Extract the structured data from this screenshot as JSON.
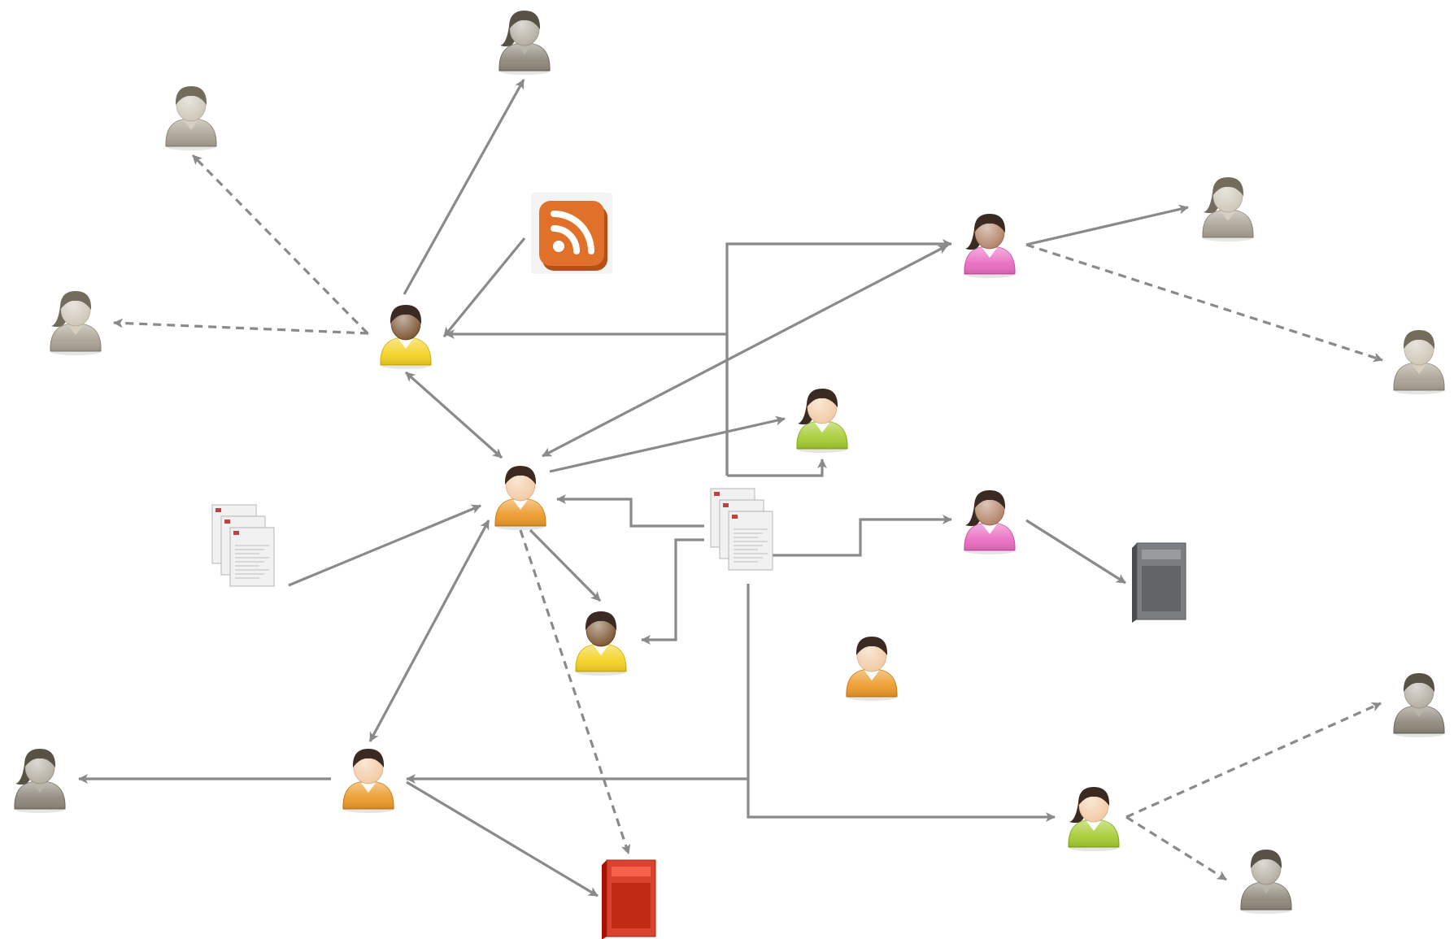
{
  "colors": {
    "arrow": "#8a8a8a",
    "background": "#ffffff",
    "gray_person": "#aaa293",
    "dark_gray_person": "#8f887c",
    "orange_person": "#ec9a2a",
    "yellow_person": "#f4d224",
    "green_person": "#a6cc33",
    "pink_person": "#ea6dc2",
    "rss": "#e0702a",
    "red_book": "#d8442e",
    "gray_book": "#7b7e80",
    "document": "#f1f1f1"
  },
  "nodes": [
    {
      "id": "center",
      "kind": "person",
      "color": "orange",
      "skin": "light",
      "hair": "short"
    },
    {
      "id": "hub",
      "kind": "person",
      "color": "yellow",
      "skin": "dark",
      "hair": "short"
    },
    {
      "id": "top-woman",
      "kind": "person",
      "color": "gray_dark",
      "skin": "gray",
      "hair": "long"
    },
    {
      "id": "topleft-man",
      "kind": "person",
      "color": "gray",
      "skin": "gray",
      "hair": "short"
    },
    {
      "id": "left-woman",
      "kind": "person",
      "color": "gray",
      "skin": "gray",
      "hair": "long"
    },
    {
      "id": "rss-feed",
      "kind": "rss"
    },
    {
      "id": "pink-top",
      "kind": "person",
      "color": "pink",
      "skin": "tan",
      "hair": "long"
    },
    {
      "id": "right-top-woman",
      "kind": "person",
      "color": "gray",
      "skin": "gray",
      "hair": "long"
    },
    {
      "id": "right-man",
      "kind": "person",
      "color": "gray",
      "skin": "gray",
      "hair": "short"
    },
    {
      "id": "green-mid",
      "kind": "person",
      "color": "green",
      "skin": "light",
      "hair": "long"
    },
    {
      "id": "docs-center",
      "kind": "documents"
    },
    {
      "id": "docs-left",
      "kind": "documents"
    },
    {
      "id": "pink-mid",
      "kind": "person",
      "color": "pink",
      "skin": "tan",
      "hair": "long"
    },
    {
      "id": "gray-book",
      "kind": "book",
      "color": "gray"
    },
    {
      "id": "yellow-low",
      "kind": "person",
      "color": "yellow",
      "skin": "dark",
      "hair": "short"
    },
    {
      "id": "orange-right",
      "kind": "person",
      "color": "orange",
      "skin": "light",
      "hair": "short"
    },
    {
      "id": "orange-low",
      "kind": "person",
      "color": "orange",
      "skin": "light",
      "hair": "short"
    },
    {
      "id": "far-left-woman",
      "kind": "person",
      "color": "gray_dark",
      "skin": "gray",
      "hair": "long"
    },
    {
      "id": "red-book",
      "kind": "book",
      "color": "red"
    },
    {
      "id": "green-low",
      "kind": "person",
      "color": "green",
      "skin": "light",
      "hair": "long"
    },
    {
      "id": "right-low-man",
      "kind": "person",
      "color": "gray_dark",
      "skin": "gray",
      "hair": "short"
    },
    {
      "id": "bottom-right-man",
      "kind": "person",
      "color": "gray_dark",
      "skin": "gray",
      "hair": "short"
    }
  ],
  "edges": [
    {
      "from": "hub",
      "to": "top-woman",
      "style": "solid"
    },
    {
      "from": "hub",
      "to": "topleft-man",
      "style": "dashed"
    },
    {
      "from": "hub",
      "to": "left-woman",
      "style": "dashed"
    },
    {
      "from": "rss-feed",
      "to": "hub",
      "style": "solid"
    },
    {
      "from": "hub",
      "to": "center",
      "style": "solid",
      "bidirectional": true
    },
    {
      "from": "docs-center",
      "to": "hub",
      "style": "solid",
      "routed": true
    },
    {
      "from": "docs-center",
      "to": "pink-top",
      "style": "solid",
      "routed": true
    },
    {
      "from": "pink-top",
      "to": "center",
      "style": "solid",
      "bidirectional": true
    },
    {
      "from": "pink-top",
      "to": "right-top-woman",
      "style": "solid"
    },
    {
      "from": "pink-top",
      "to": "right-man",
      "style": "dashed"
    },
    {
      "from": "center",
      "to": "green-mid",
      "style": "solid"
    },
    {
      "from": "docs-center",
      "to": "green-mid",
      "style": "solid",
      "routed": true
    },
    {
      "from": "docs-center",
      "to": "center",
      "style": "solid",
      "routed": true
    },
    {
      "from": "docs-center",
      "to": "yellow-low",
      "style": "solid",
      "routed": true
    },
    {
      "from": "docs-center",
      "to": "pink-mid",
      "style": "solid",
      "routed": true
    },
    {
      "from": "pink-mid",
      "to": "gray-book",
      "style": "solid"
    },
    {
      "from": "center",
      "to": "yellow-low",
      "style": "solid"
    },
    {
      "from": "docs-left",
      "to": "center",
      "style": "solid"
    },
    {
      "from": "center",
      "to": "orange-low",
      "style": "solid",
      "bidirectional": true
    },
    {
      "from": "center",
      "to": "red-book",
      "style": "dashed"
    },
    {
      "from": "docs-center",
      "to": "orange-low",
      "style": "solid",
      "routed": true
    },
    {
      "from": "orange-low",
      "to": "far-left-woman",
      "style": "solid"
    },
    {
      "from": "orange-low",
      "to": "red-book",
      "style": "solid"
    },
    {
      "from": "docs-center",
      "to": "green-low",
      "style": "solid",
      "routed": true
    },
    {
      "from": "green-low",
      "to": "right-low-man",
      "style": "dashed"
    },
    {
      "from": "green-low",
      "to": "bottom-right-man",
      "style": "dashed"
    }
  ]
}
